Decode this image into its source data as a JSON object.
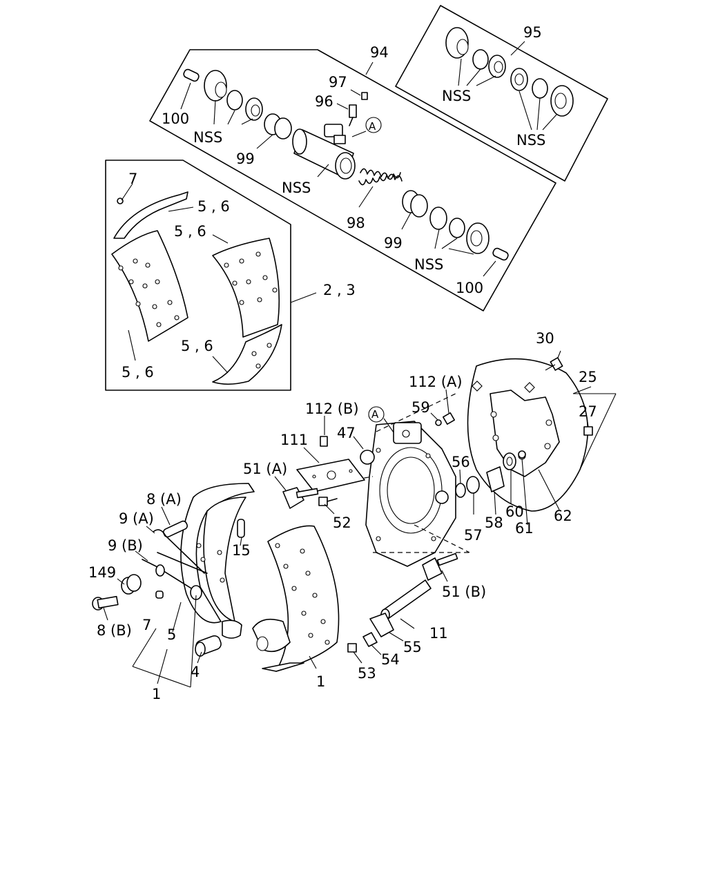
{
  "labels": {
    "l94": "94",
    "l95": "95",
    "l97": "97",
    "l96": "96",
    "circA1": "A",
    "nss1": "NSS",
    "nss2": "NSS",
    "nss3": "NSS",
    "nss4": "NSS",
    "nss5": "NSS",
    "l100a": "100",
    "l99a": "99",
    "l98": "98",
    "l99b": "99",
    "l100b": "100",
    "l7a": "7",
    "l56a": "5 , 6",
    "l56b": "5 , 6",
    "l23": "2 , 3",
    "l56c": "5 , 6",
    "l56d": "5 , 6",
    "l30": "30",
    "l25": "25",
    "l27": "27",
    "l112a": "112 (A)",
    "l59": "59",
    "l112b": "112 (B)",
    "circA2": "A",
    "l111": "111",
    "l47": "47",
    "l56": "56",
    "l51a": "51 (A)",
    "l52": "52",
    "l60": "60",
    "l57": "57",
    "l58": "58",
    "l61": "61",
    "l62": "62",
    "l8a": "8 (A)",
    "l9a": "9 (A)",
    "l15": "15",
    "l9b": "9 (B)",
    "l149": "149",
    "l51b": "51 (B)",
    "l7b": "7",
    "l8b": "8 (B)",
    "l5": "5",
    "l11": "11",
    "l55": "55",
    "l4": "4",
    "l54": "54",
    "l53": "53",
    "l1a": "1",
    "l1b": "1"
  }
}
